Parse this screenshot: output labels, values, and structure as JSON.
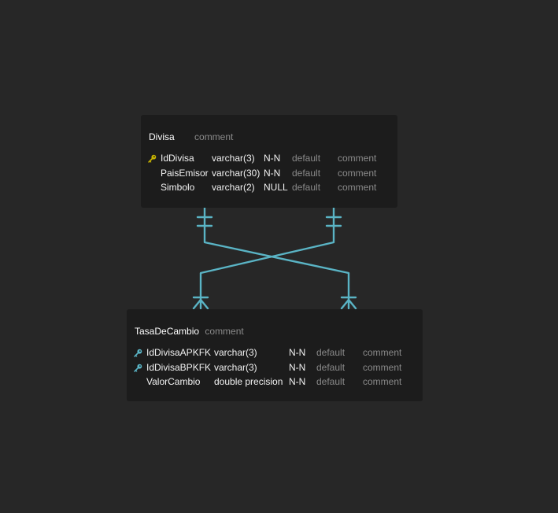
{
  "colors": {
    "background": "#272727",
    "card": "#1c1c1c",
    "relation": "#5ab4c5",
    "primary_key": "#c8b400",
    "foreign_key": "#5ab4c5"
  },
  "tables": [
    {
      "name": "Divisa",
      "comment": "comment",
      "columns": [
        {
          "key": "primary",
          "key_icon": "key-icon",
          "name": "IdDivisa",
          "type": "varchar(3)",
          "nullability": "N-N",
          "default": "default",
          "comment": "comment"
        },
        {
          "key": "none",
          "name": "PaisEmisor",
          "type": "varchar(30)",
          "nullability": "N-N",
          "default": "default",
          "comment": "comment"
        },
        {
          "key": "none",
          "name": "Simbolo",
          "type": "varchar(2)",
          "nullability": "NULL",
          "default": "default",
          "comment": "comment"
        }
      ]
    },
    {
      "name": "TasaDeCambio",
      "comment": "comment",
      "columns": [
        {
          "key": "foreign",
          "key_icon": "key-icon",
          "name": "IdDivisaAPKFK",
          "type": "varchar(3)",
          "nullability": "N-N",
          "default": "default",
          "comment": "comment"
        },
        {
          "key": "foreign",
          "key_icon": "key-icon",
          "name": "IdDivisaBPKFK",
          "type": "varchar(3)",
          "nullability": "N-N",
          "default": "default",
          "comment": "comment"
        },
        {
          "key": "none",
          "name": "ValorCambio",
          "type": "double precision",
          "nullability": "N-N",
          "default": "default",
          "comment": "comment"
        }
      ]
    }
  ],
  "relationships": [
    {
      "from": "Divisa",
      "to": "TasaDeCambio",
      "from_cardinality": "one-and-only-one",
      "to_cardinality": "one-or-many"
    },
    {
      "from": "Divisa",
      "to": "TasaDeCambio",
      "from_cardinality": "one-and-only-one",
      "to_cardinality": "one-or-many"
    }
  ]
}
